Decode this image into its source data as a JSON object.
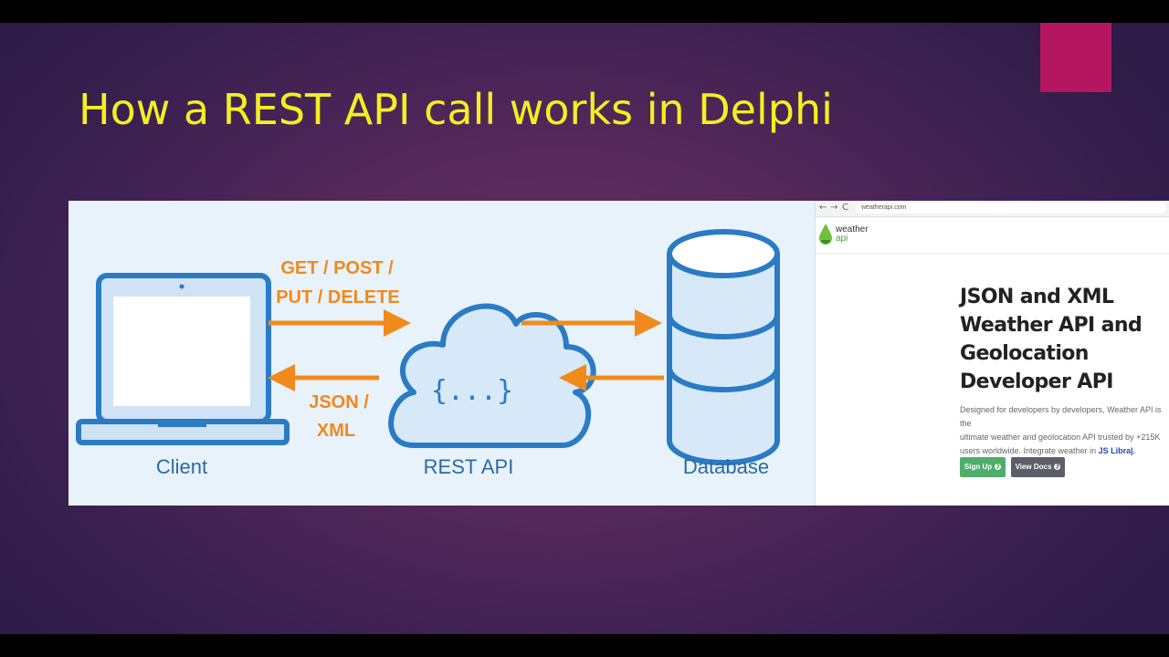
{
  "slide": {
    "title": "How a REST API call works in Delphi",
    "colors": {
      "title": "#f4ee22",
      "accent": "#b4175f",
      "background": "#55285b"
    }
  },
  "diagram": {
    "client_label": "Client",
    "api_label": "REST API",
    "database_label": "Database",
    "request_line1": "GET / POST /",
    "request_line2": "PUT / DELETE",
    "response_line1": "JSON /",
    "response_line2": "XML",
    "cloud_symbol": "{...}",
    "colors": {
      "outline": "#2a7bc4",
      "arrow": "#f08a1c",
      "label": "#2c6aa0",
      "background": "#e7f2fb"
    }
  },
  "website": {
    "nav": {
      "back": "←",
      "forward": "→",
      "reload": "C"
    },
    "url": "weatherapi.com",
    "logo_line1": "weather",
    "logo_line2": "api",
    "hero_line1": "JSON and XML",
    "hero_line2": "Weather API and",
    "hero_line3": "Geolocation",
    "hero_line4": "Developer API",
    "description_line1": "Designed for developers by developers, Weather API is the",
    "description_line2": "ultimate weather and geolocation API trusted by +215K",
    "description_line3": "users worldwide. Integrate weather in",
    "description_link": "JS Libra|.",
    "signup_label": "Sign Up",
    "viewdocs_label": "View Docs",
    "colors": {
      "signup": "#4fae6b",
      "viewdocs": "#5a5f6a",
      "link": "#2a47b5"
    }
  }
}
